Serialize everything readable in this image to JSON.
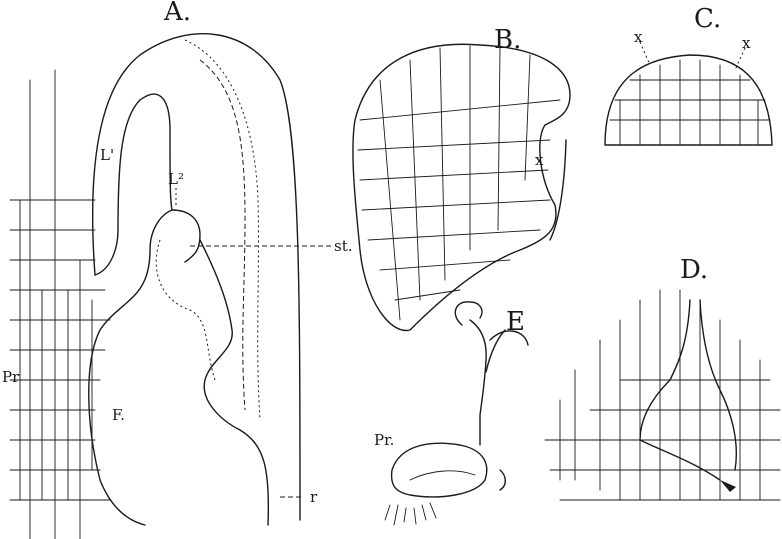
{
  "panels": {
    "A": {
      "label": "A.",
      "L1": "L'",
      "L2": "L²",
      "st": "st.",
      "Pr": "Pr",
      "F": "F.",
      "r": "r"
    },
    "B": {
      "label": "B.",
      "x": "x"
    },
    "C": {
      "label": "C.",
      "x_left": "x",
      "x_right": "x"
    },
    "D": {
      "label": "D."
    },
    "E": {
      "label": "E",
      "Pr": "Pr."
    }
  }
}
